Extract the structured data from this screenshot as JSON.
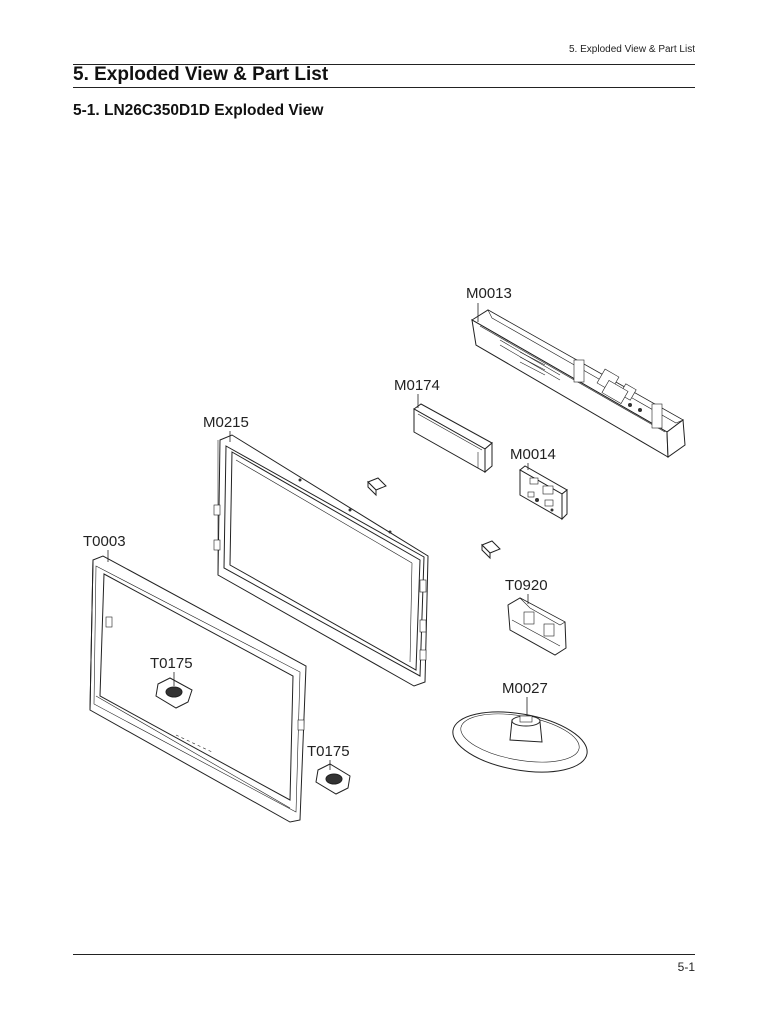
{
  "header": {
    "running_title": "5. Exploded View & Part List"
  },
  "chapter": {
    "title": "5. Exploded View & Part List"
  },
  "section": {
    "title": "5-1. LN26C350D1D Exploded View"
  },
  "diagram": {
    "callouts": {
      "m0013": "M0013",
      "m0174": "M0174",
      "m0215": "M0215",
      "m0014": "M0014",
      "t0003": "T0003",
      "t0920": "T0920",
      "t0175_a": "T0175",
      "m0027": "M0027",
      "t0175_b": "T0175"
    }
  },
  "footer": {
    "page_number": "5-1"
  }
}
